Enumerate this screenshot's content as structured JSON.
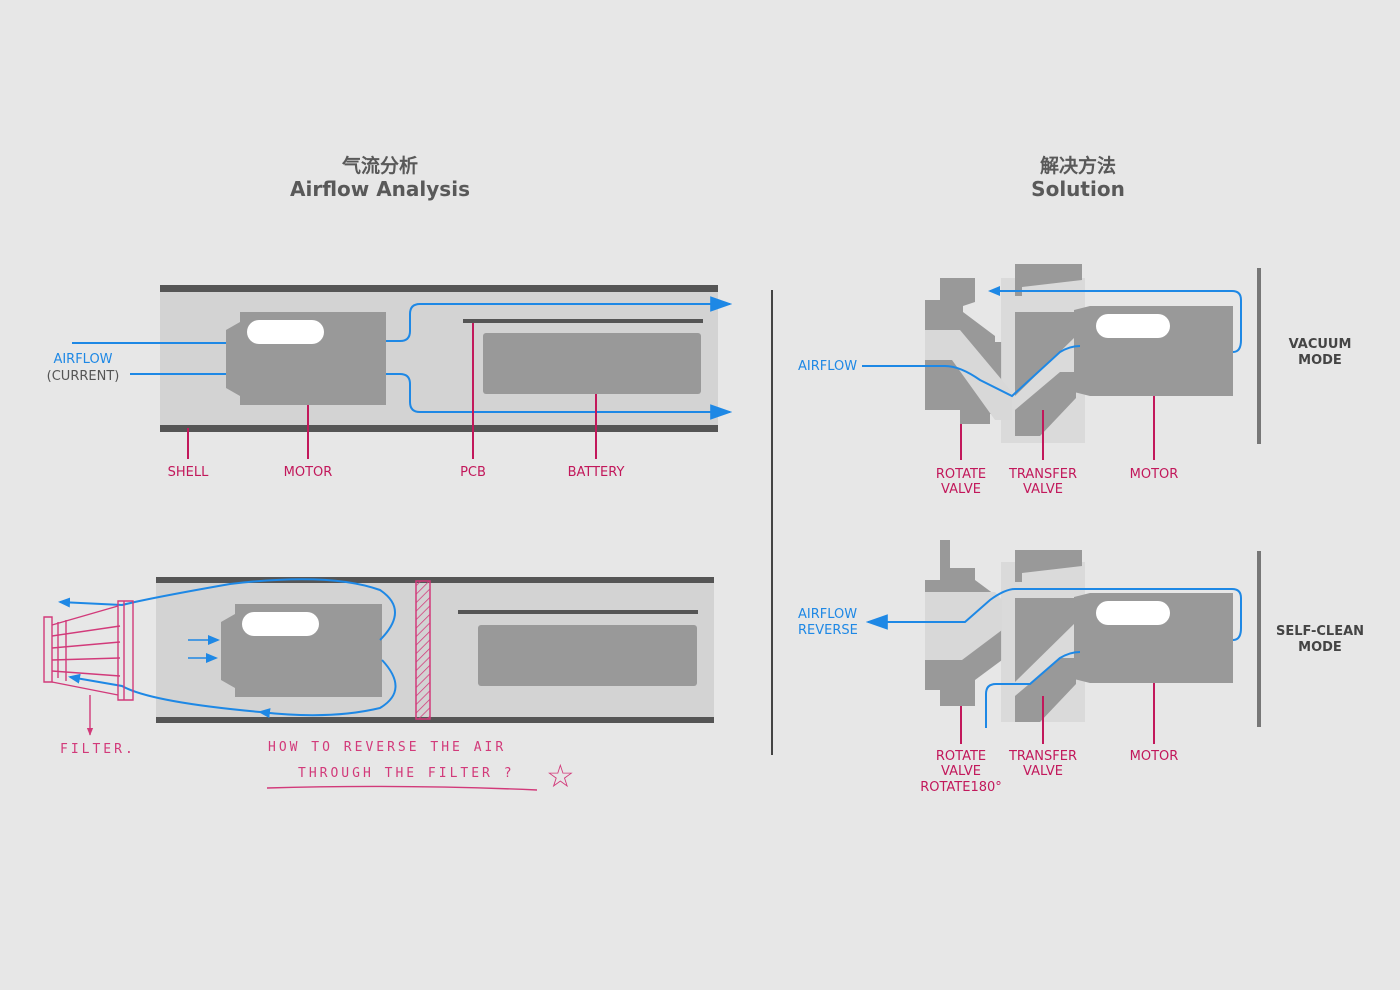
{
  "left": {
    "title_cn": "气流分析",
    "title_en": "Airflow Analysis",
    "airflow_label": "AIRFLOW",
    "airflow_sub": "(CURRENT)",
    "labels": {
      "shell": "SHELL",
      "motor": "MOTOR",
      "pcb": "PCB",
      "battery": "BATTERY"
    },
    "sketch": {
      "filter": "FILTER.",
      "question_line1": "HOW TO REVERSE THE AIR",
      "question_line2": "THROUGH THE FILTER ?",
      "star": "☆"
    }
  },
  "right": {
    "title_cn": "解决方法",
    "title_en": "Solution",
    "top": {
      "airflow": "AIRFLOW",
      "mode_line1": "VACUUM",
      "mode_line2": "MODE",
      "rotate_line1": "ROTATE",
      "rotate_line2": "VALVE",
      "transfer_line1": "TRANSFER",
      "transfer_line2": "VALVE",
      "motor": "MOTOR"
    },
    "bottom": {
      "airflow_line1": "AIRFLOW",
      "airflow_line2": "REVERSE",
      "mode_line1": "SELF-CLEAN",
      "mode_line2": "MODE",
      "rotate_line1": "ROTATE",
      "rotate_line2": "VALVE",
      "rotate_line3": "ROTATE180°",
      "transfer_line1": "TRANSFER",
      "transfer_line2": "VALVE",
      "motor": "MOTOR"
    }
  },
  "colors": {
    "background": "#e7e7e7",
    "airflow": "#1e88e5",
    "label": "#c2185b",
    "sketch": "#d23a7a",
    "component": "#999999",
    "shell": "#555555"
  }
}
